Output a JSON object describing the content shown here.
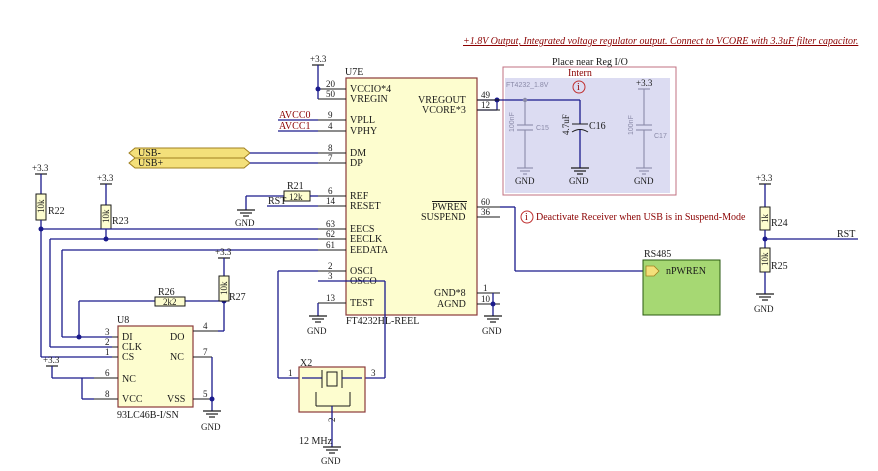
{
  "annotation": "+1.8V Output, Integrated voltage regulator output. Connect to VCORE with 3.3uF filter capacitor.",
  "note_box": {
    "title": "Place near Reg I/O",
    "intern_label": "Intern",
    "info_glyph": "i",
    "ghost_part": "FT4232_1.8V",
    "caps": [
      {
        "ref": "C15",
        "value": "100nF"
      },
      {
        "ref": "C16",
        "value": "4.7uF"
      },
      {
        "ref": "C17",
        "value": "100nF"
      }
    ]
  },
  "u7": {
    "ref": "U7E",
    "part": "FT4232HL-REEL",
    "left_pins": [
      {
        "num": "20",
        "name": "VCCIO*4"
      },
      {
        "num": "50",
        "name": "VREGIN"
      },
      {
        "num": "9",
        "name": "VPLL"
      },
      {
        "num": "4",
        "name": "VPHY"
      },
      {
        "num": "8",
        "name": "DM"
      },
      {
        "num": "7",
        "name": "DP"
      },
      {
        "num": "6",
        "name": "REF"
      },
      {
        "num": "14",
        "name": "RESET"
      },
      {
        "num": "63",
        "name": "EECS"
      },
      {
        "num": "62",
        "name": "EECLK"
      },
      {
        "num": "61",
        "name": "EEDATA"
      },
      {
        "num": "2",
        "name": "OSCI"
      },
      {
        "num": "3",
        "name": "OSCO"
      },
      {
        "num": "13",
        "name": "TEST"
      }
    ],
    "right_pins": [
      {
        "num": "49",
        "name": "VREGOUT"
      },
      {
        "num": "12",
        "name": "VCORE*3"
      },
      {
        "num": "60",
        "name": "PWREN"
      },
      {
        "num": "36",
        "name": "SUSPEND"
      },
      {
        "num": "1",
        "name": "GND*8"
      },
      {
        "num": "10",
        "name": "AGND"
      }
    ]
  },
  "u8": {
    "ref": "U8",
    "part": "93LC46B-I/SN",
    "left_pins": [
      {
        "num": "3",
        "name": "DI"
      },
      {
        "num": "2",
        "name": "CLK"
      },
      {
        "num": "1",
        "name": "CS"
      },
      {
        "num": "6",
        "name": "NC"
      },
      {
        "num": "8",
        "name": "VCC"
      }
    ],
    "right_pins": [
      {
        "num": "4",
        "name": "DO"
      },
      {
        "num": "7",
        "name": "NC"
      },
      {
        "num": "5",
        "name": "VSS"
      }
    ]
  },
  "nets": {
    "avcc0": "AVCC0",
    "avcc1": "AVCC1",
    "usb_minus": "USB-",
    "usb_plus": "USB+",
    "rst_left": "RST",
    "rst_right": "RST",
    "power": "+3.3",
    "ground": "GND"
  },
  "resistors": [
    {
      "ref": "R21",
      "value": "12k"
    },
    {
      "ref": "R22",
      "value": "10k"
    },
    {
      "ref": "R23",
      "value": "10k"
    },
    {
      "ref": "R24",
      "value": "1k"
    },
    {
      "ref": "R25",
      "value": "10k"
    },
    {
      "ref": "R26",
      "value": "2k2"
    },
    {
      "ref": "R27",
      "value": "10k"
    }
  ],
  "crystal": {
    "ref": "X2",
    "freq": "12 MHz",
    "pins": [
      "1",
      "3",
      "2"
    ]
  },
  "suspend_note": "Deactivate Receiver when USB is in Suspend-Mode",
  "sheet": {
    "title": "RS485",
    "port": "nPWREN"
  },
  "colors": {
    "wire": "#1a1a8c",
    "annotation": "#8b0000",
    "chip_fill": "#fdfdcf",
    "chip_border": "#8b3a3a",
    "note_fill": "#dcdcf2",
    "note_border": "#c07080",
    "sheet_fill": "#a6d873"
  }
}
